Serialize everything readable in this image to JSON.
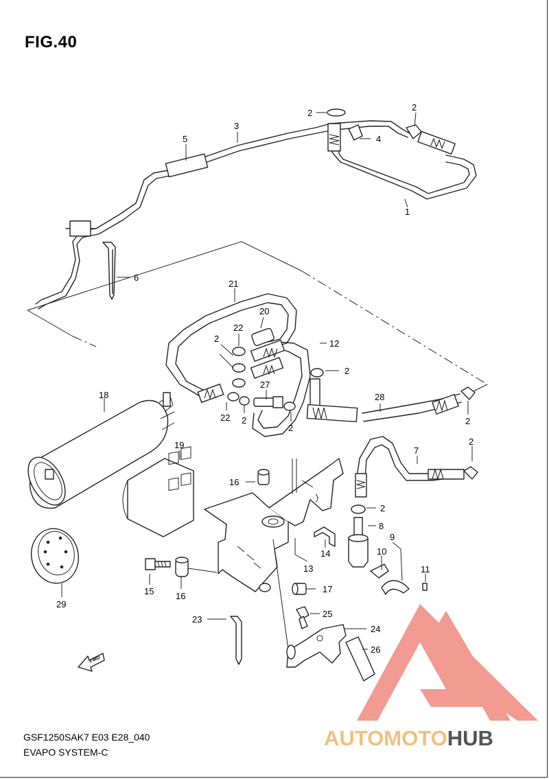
{
  "figure": {
    "title": "FIG.40",
    "code": "GSF1250SAK7 E03 E28_040",
    "system": "EVAPO SYSTEM-C",
    "fwd_label": "FWD"
  },
  "watermark": {
    "part1": "AUTOMOTO",
    "part2": "HUB",
    "colors": {
      "accent": "#f08a80",
      "accent2": "#f3c07e",
      "dark": "#555555"
    }
  },
  "callouts": [
    {
      "id": "c1",
      "text": "1"
    },
    {
      "id": "c2a",
      "text": "2"
    },
    {
      "id": "c2b",
      "text": "2"
    },
    {
      "id": "c3",
      "text": "3"
    },
    {
      "id": "c4",
      "text": "4"
    },
    {
      "id": "c5",
      "text": "5"
    },
    {
      "id": "c6",
      "text": "6"
    },
    {
      "id": "c21",
      "text": "21"
    },
    {
      "id": "c22a",
      "text": "22"
    },
    {
      "id": "c20",
      "text": "20"
    },
    {
      "id": "c2c",
      "text": "2"
    },
    {
      "id": "c12",
      "text": "12"
    },
    {
      "id": "c2d",
      "text": "2"
    },
    {
      "id": "c18",
      "text": "18"
    },
    {
      "id": "c27",
      "text": "27"
    },
    {
      "id": "c28",
      "text": "28"
    },
    {
      "id": "c22b",
      "text": "22"
    },
    {
      "id": "c2e",
      "text": "2"
    },
    {
      "id": "c2f",
      "text": "2"
    },
    {
      "id": "c2g",
      "text": "2"
    },
    {
      "id": "c19",
      "text": "19"
    },
    {
      "id": "c7",
      "text": "7"
    },
    {
      "id": "c2h",
      "text": "2"
    },
    {
      "id": "c16a",
      "text": "16"
    },
    {
      "id": "c2i",
      "text": "2"
    },
    {
      "id": "c8",
      "text": "8"
    },
    {
      "id": "c9",
      "text": "9"
    },
    {
      "id": "c10",
      "text": "10"
    },
    {
      "id": "c14",
      "text": "14"
    },
    {
      "id": "c13",
      "text": "13"
    },
    {
      "id": "c11",
      "text": "11"
    },
    {
      "id": "c15",
      "text": "15"
    },
    {
      "id": "c16b",
      "text": "16"
    },
    {
      "id": "c17",
      "text": "17"
    },
    {
      "id": "c29",
      "text": "29"
    },
    {
      "id": "c25",
      "text": "25"
    },
    {
      "id": "c23",
      "text": "23"
    },
    {
      "id": "c24",
      "text": "24"
    },
    {
      "id": "c26",
      "text": "26"
    }
  ]
}
